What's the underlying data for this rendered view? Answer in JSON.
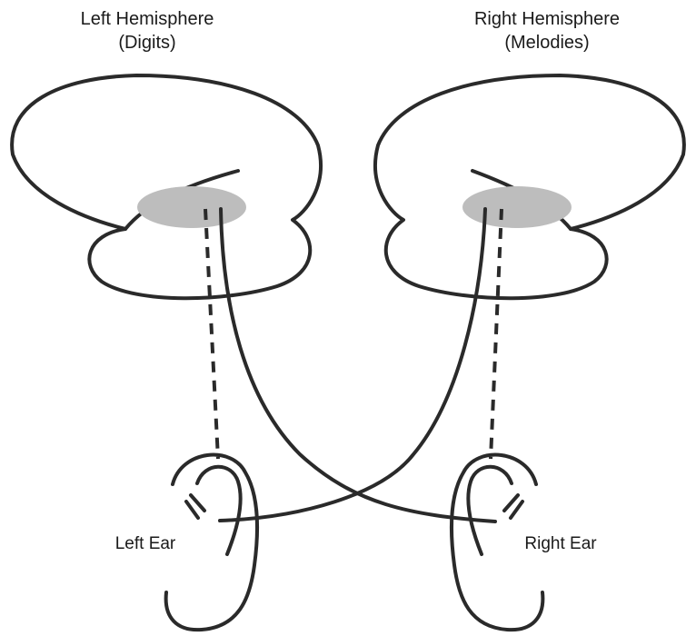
{
  "diagram": {
    "left_hemisphere": {
      "title": "Left Hemisphere",
      "subtitle": "(Digits)"
    },
    "right_hemisphere": {
      "title": "Right Hemisphere",
      "subtitle": "(Melodies)"
    },
    "left_ear_label": "Left Ear",
    "right_ear_label": "Right Ear",
    "colors": {
      "outline": "#2a2a2a",
      "auditory_region": "#bdbdbd",
      "background": "#ffffff"
    }
  }
}
